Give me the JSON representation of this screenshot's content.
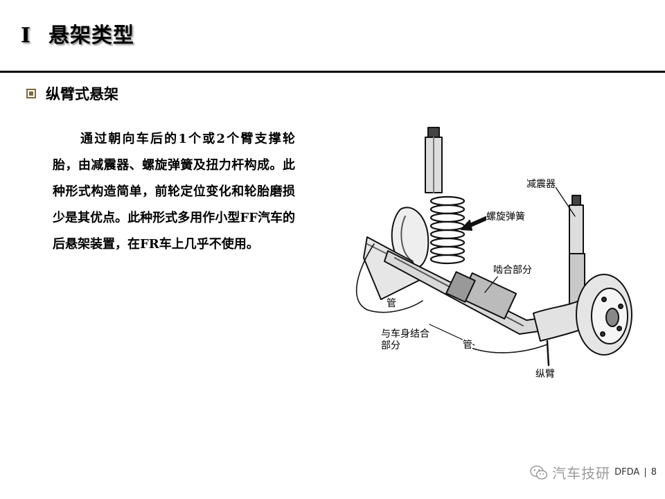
{
  "slide": {
    "title_number": "Ⅰ",
    "title": "悬架类型",
    "section_title": "纵臂式悬架",
    "body": "通过朝向车后的1个或2个臂支撑轮胎，由减震器、螺旋弹簧及扭力杆构成。此种形式构造简单，前轮定位变化和轮胎磨损少是其优点。此种形式多用作小型FF汽车的后悬架装置，在FR车上几乎不使用。"
  },
  "diagram": {
    "labels": {
      "shock_absorber": "减震器",
      "coil_spring": "螺旋弹簧",
      "mesh_part": "啮合部分",
      "pipe_left": "管",
      "body_joint_line1": "与车身结合",
      "body_joint_line2": "部分",
      "pipe_bottom": "管",
      "trailing_arm": "纵臂"
    }
  },
  "footer": {
    "icon": "wechat-icon",
    "account": "汽车技研",
    "org": "DFDA",
    "separator": "|",
    "page_number": "8"
  }
}
